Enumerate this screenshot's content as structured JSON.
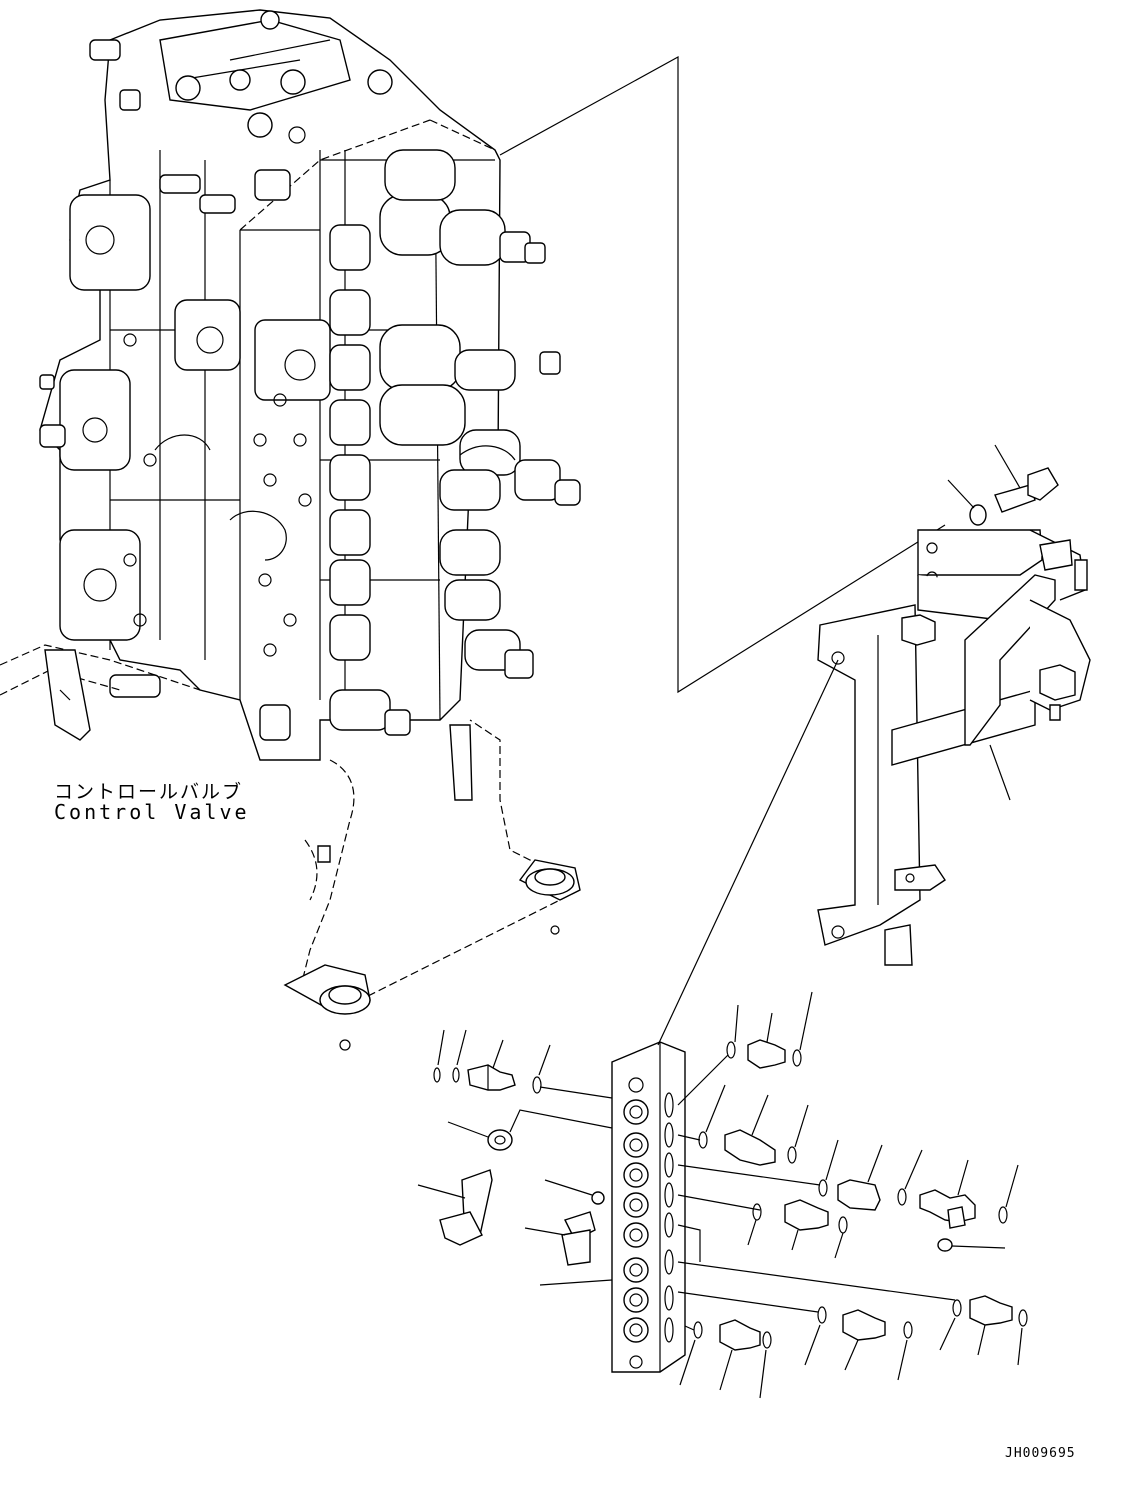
{
  "diagram": {
    "control_valve_label_jp": "コントロールバルブ",
    "control_valve_label_en": "Control Valve",
    "reference_code": "JH009695"
  }
}
